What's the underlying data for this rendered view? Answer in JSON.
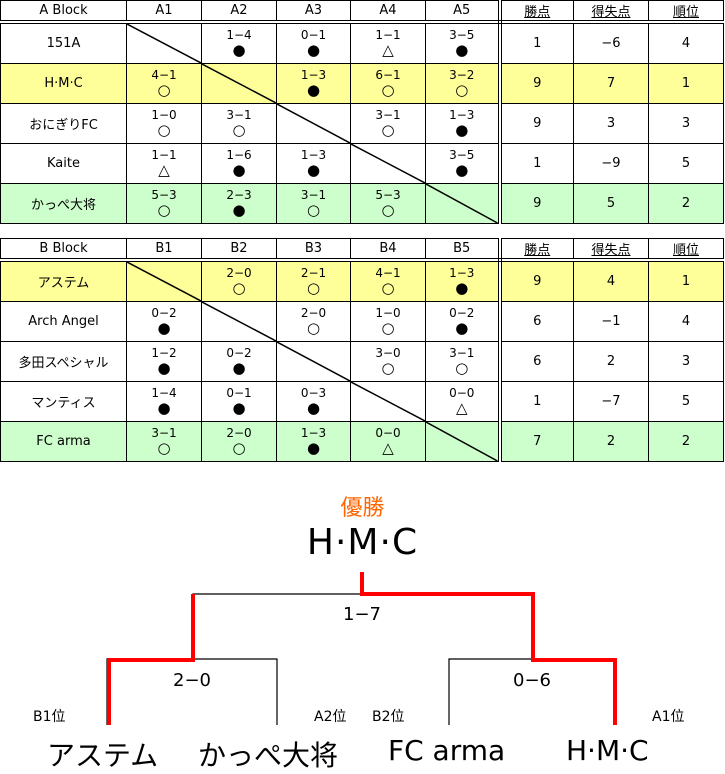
{
  "blocks": [
    {
      "title": "A Block",
      "columns": [
        "A1",
        "A2",
        "A3",
        "A4",
        "A5"
      ],
      "stat_headers": [
        "勝点",
        "得失点",
        "順位"
      ],
      "rows": [
        {
          "team": "151A",
          "highlight": "white",
          "results": [
            null,
            {
              "score": "1−4",
              "mark": "●"
            },
            {
              "score": "0−1",
              "mark": "●"
            },
            {
              "score": "1−1",
              "mark": "△"
            },
            {
              "score": "3−5",
              "mark": "●"
            }
          ],
          "points": "1",
          "goal_diff": "−6",
          "rank": "4"
        },
        {
          "team": "H·M·C",
          "highlight": "gold",
          "results": [
            {
              "score": "4−1",
              "mark": "○"
            },
            null,
            {
              "score": "1−3",
              "mark": "●"
            },
            {
              "score": "6−1",
              "mark": "○"
            },
            {
              "score": "3−2",
              "mark": "○"
            }
          ],
          "points": "9",
          "goal_diff": "7",
          "rank": "1"
        },
        {
          "team": "おにぎりFC",
          "highlight": "white",
          "results": [
            {
              "score": "1−0",
              "mark": "○"
            },
            {
              "score": "3−1",
              "mark": "○"
            },
            null,
            {
              "score": "3−1",
              "mark": "○"
            },
            {
              "score": "1−3",
              "mark": "●"
            }
          ],
          "points": "9",
          "goal_diff": "3",
          "rank": "3"
        },
        {
          "team": "Kaite",
          "highlight": "white",
          "results": [
            {
              "score": "1−1",
              "mark": "△"
            },
            {
              "score": "1−6",
              "mark": "●"
            },
            {
              "score": "1−3",
              "mark": "●"
            },
            null,
            {
              "score": "3−5",
              "mark": "●"
            }
          ],
          "points": "1",
          "goal_diff": "−9",
          "rank": "5"
        },
        {
          "team": "かっぺ大将",
          "highlight": "green",
          "results": [
            {
              "score": "5−3",
              "mark": "○"
            },
            {
              "score": "2−3",
              "mark": "●"
            },
            {
              "score": "3−1",
              "mark": "○"
            },
            {
              "score": "5−3",
              "mark": "○"
            },
            null
          ],
          "points": "9",
          "goal_diff": "5",
          "rank": "2"
        }
      ]
    },
    {
      "title": "B Block",
      "columns": [
        "B1",
        "B2",
        "B3",
        "B4",
        "B5"
      ],
      "stat_headers": [
        "勝点",
        "得失点",
        "順位"
      ],
      "rows": [
        {
          "team": "アステム",
          "highlight": "gold",
          "results": [
            null,
            {
              "score": "2−0",
              "mark": "○"
            },
            {
              "score": "2−1",
              "mark": "○"
            },
            {
              "score": "4−1",
              "mark": "○"
            },
            {
              "score": "1−3",
              "mark": "●"
            }
          ],
          "points": "9",
          "goal_diff": "4",
          "rank": "1"
        },
        {
          "team": "Arch Angel",
          "highlight": "white",
          "results": [
            {
              "score": "0−2",
              "mark": "●"
            },
            null,
            {
              "score": "2−0",
              "mark": "○"
            },
            {
              "score": "1−0",
              "mark": "○"
            },
            {
              "score": "0−2",
              "mark": "●"
            }
          ],
          "points": "6",
          "goal_diff": "−1",
          "rank": "4"
        },
        {
          "team": "多田スペシャル",
          "highlight": "white",
          "results": [
            {
              "score": "1−2",
              "mark": "●"
            },
            {
              "score": "0−2",
              "mark": "●"
            },
            null,
            {
              "score": "3−0",
              "mark": "○"
            },
            {
              "score": "3−1",
              "mark": "○"
            }
          ],
          "points": "6",
          "goal_diff": "2",
          "rank": "3"
        },
        {
          "team": "マンティス",
          "highlight": "white",
          "results": [
            {
              "score": "1−4",
              "mark": "●"
            },
            {
              "score": "0−1",
              "mark": "●"
            },
            {
              "score": "0−3",
              "mark": "●"
            },
            null,
            {
              "score": "0−0",
              "mark": "△"
            }
          ],
          "points": "1",
          "goal_diff": "−7",
          "rank": "5"
        },
        {
          "team": "FC arma",
          "highlight": "green",
          "results": [
            {
              "score": "3−1",
              "mark": "○"
            },
            {
              "score": "2−0",
              "mark": "○"
            },
            {
              "score": "1−3",
              "mark": "●"
            },
            {
              "score": "0−0",
              "mark": "△"
            },
            null
          ],
          "points": "7",
          "goal_diff": "2",
          "rank": "2"
        }
      ]
    }
  ],
  "bracket": {
    "champion_label": "優勝",
    "champion": "H·M·C",
    "final_score": "1−7",
    "semifinals": [
      {
        "score": "2−0",
        "winner": "top-seed",
        "teams": [
          {
            "seed": "B1位",
            "name": "アステム",
            "won": true
          },
          {
            "seed": "A2位",
            "name": "かっぺ大将",
            "won": false
          }
        ]
      },
      {
        "score": "0−6",
        "winner": "bottom-seed",
        "teams": [
          {
            "seed": "B2位",
            "name": "FC arma",
            "won": false
          },
          {
            "seed": "A1位",
            "name": "H·M·C",
            "won": true
          }
        ]
      }
    ],
    "final_winner_side": "right"
  },
  "colors": {
    "gold_row": "#ffff99",
    "green_row": "#ccffcc",
    "winner_line": "#ff0000",
    "champion_label": "#ff6600"
  }
}
